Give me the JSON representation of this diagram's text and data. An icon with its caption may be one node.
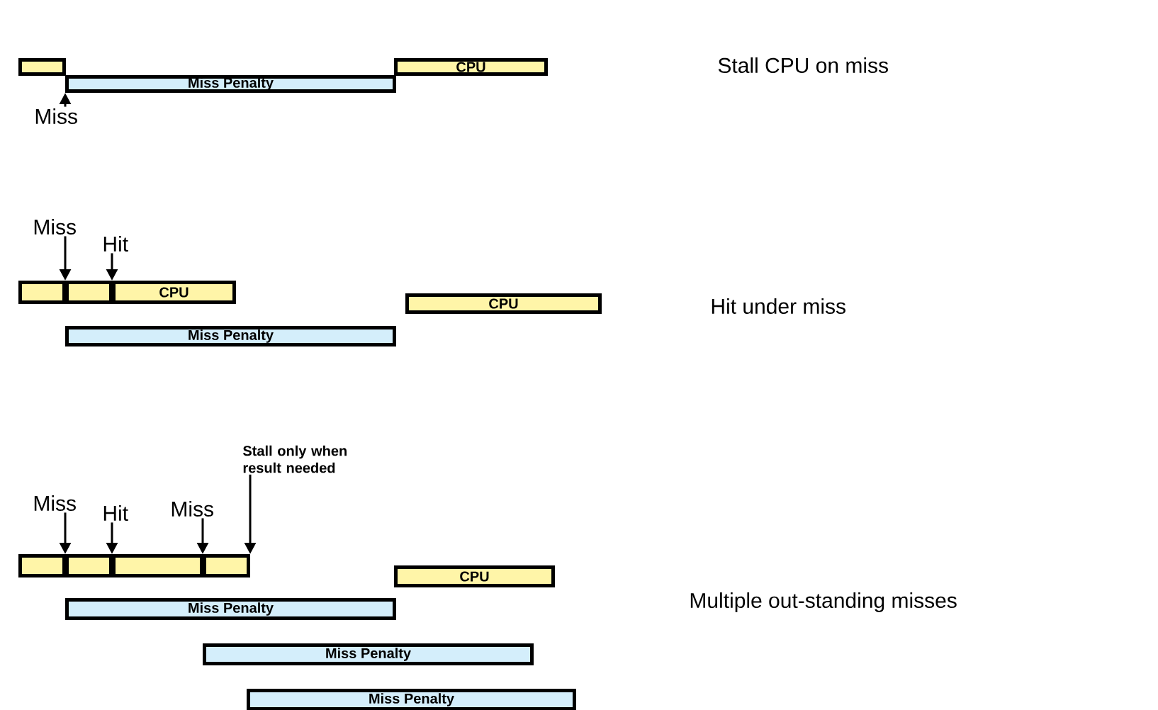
{
  "diagram": {
    "nodes": [
      {
        "text": [],
        "shape": "bar"
      },
      {
        "text": [
          "CPU"
        ]
      },
      {
        "text": [
          "Miss Penalty"
        ]
      },
      {
        "text": [
          "Miss"
        ]
      },
      {
        "text": [
          "Miss"
        ]
      },
      {
        "text": [
          "Hit"
        ]
      },
      {
        "text": [],
        "shape": "bar"
      },
      {
        "text": [],
        "shape": "bar"
      },
      {
        "text": [
          "CPU"
        ]
      },
      {
        "text": [
          "CPU"
        ]
      },
      {
        "text": [
          "Miss Penalty"
        ]
      },
      {
        "text": [
          "Stall only when result needed"
        ]
      },
      {
        "text": [
          "Miss"
        ]
      },
      {
        "text": [
          "Hit"
        ]
      },
      {
        "text": [
          "Miss"
        ]
      },
      {
        "text": [],
        "shape": "bar"
      },
      {
        "text": [],
        "shape": "bar"
      },
      {
        "text": [],
        "shape": "bar"
      },
      {
        "text": [],
        "shape": "bar"
      },
      {
        "text": [
          "CPU"
        ]
      },
      {
        "text": [
          "Miss Penalty"
        ]
      },
      {
        "text": [
          "Miss Penalty"
        ]
      },
      {
        "text": [
          "Miss Penalty"
        ]
      }
    ],
    "edges": [
      {
        "from": 3,
        "to": 2,
        "arrow": "to"
      },
      {
        "from": 4,
        "to": 7,
        "arrow": "to"
      },
      {
        "from": 5,
        "to": 8,
        "arrow": "to"
      },
      {
        "from": 12,
        "to": 16,
        "arrow": "to"
      },
      {
        "from": 13,
        "to": 17,
        "arrow": "to"
      },
      {
        "from": 14,
        "to": 18,
        "arrow": "to"
      },
      {
        "from": 11,
        "to": 18,
        "arrow": "to"
      }
    ],
    "labels": [
      "Stall CPU on miss",
      "Hit under miss",
      "Multiple out-standing misses"
    ]
  }
}
